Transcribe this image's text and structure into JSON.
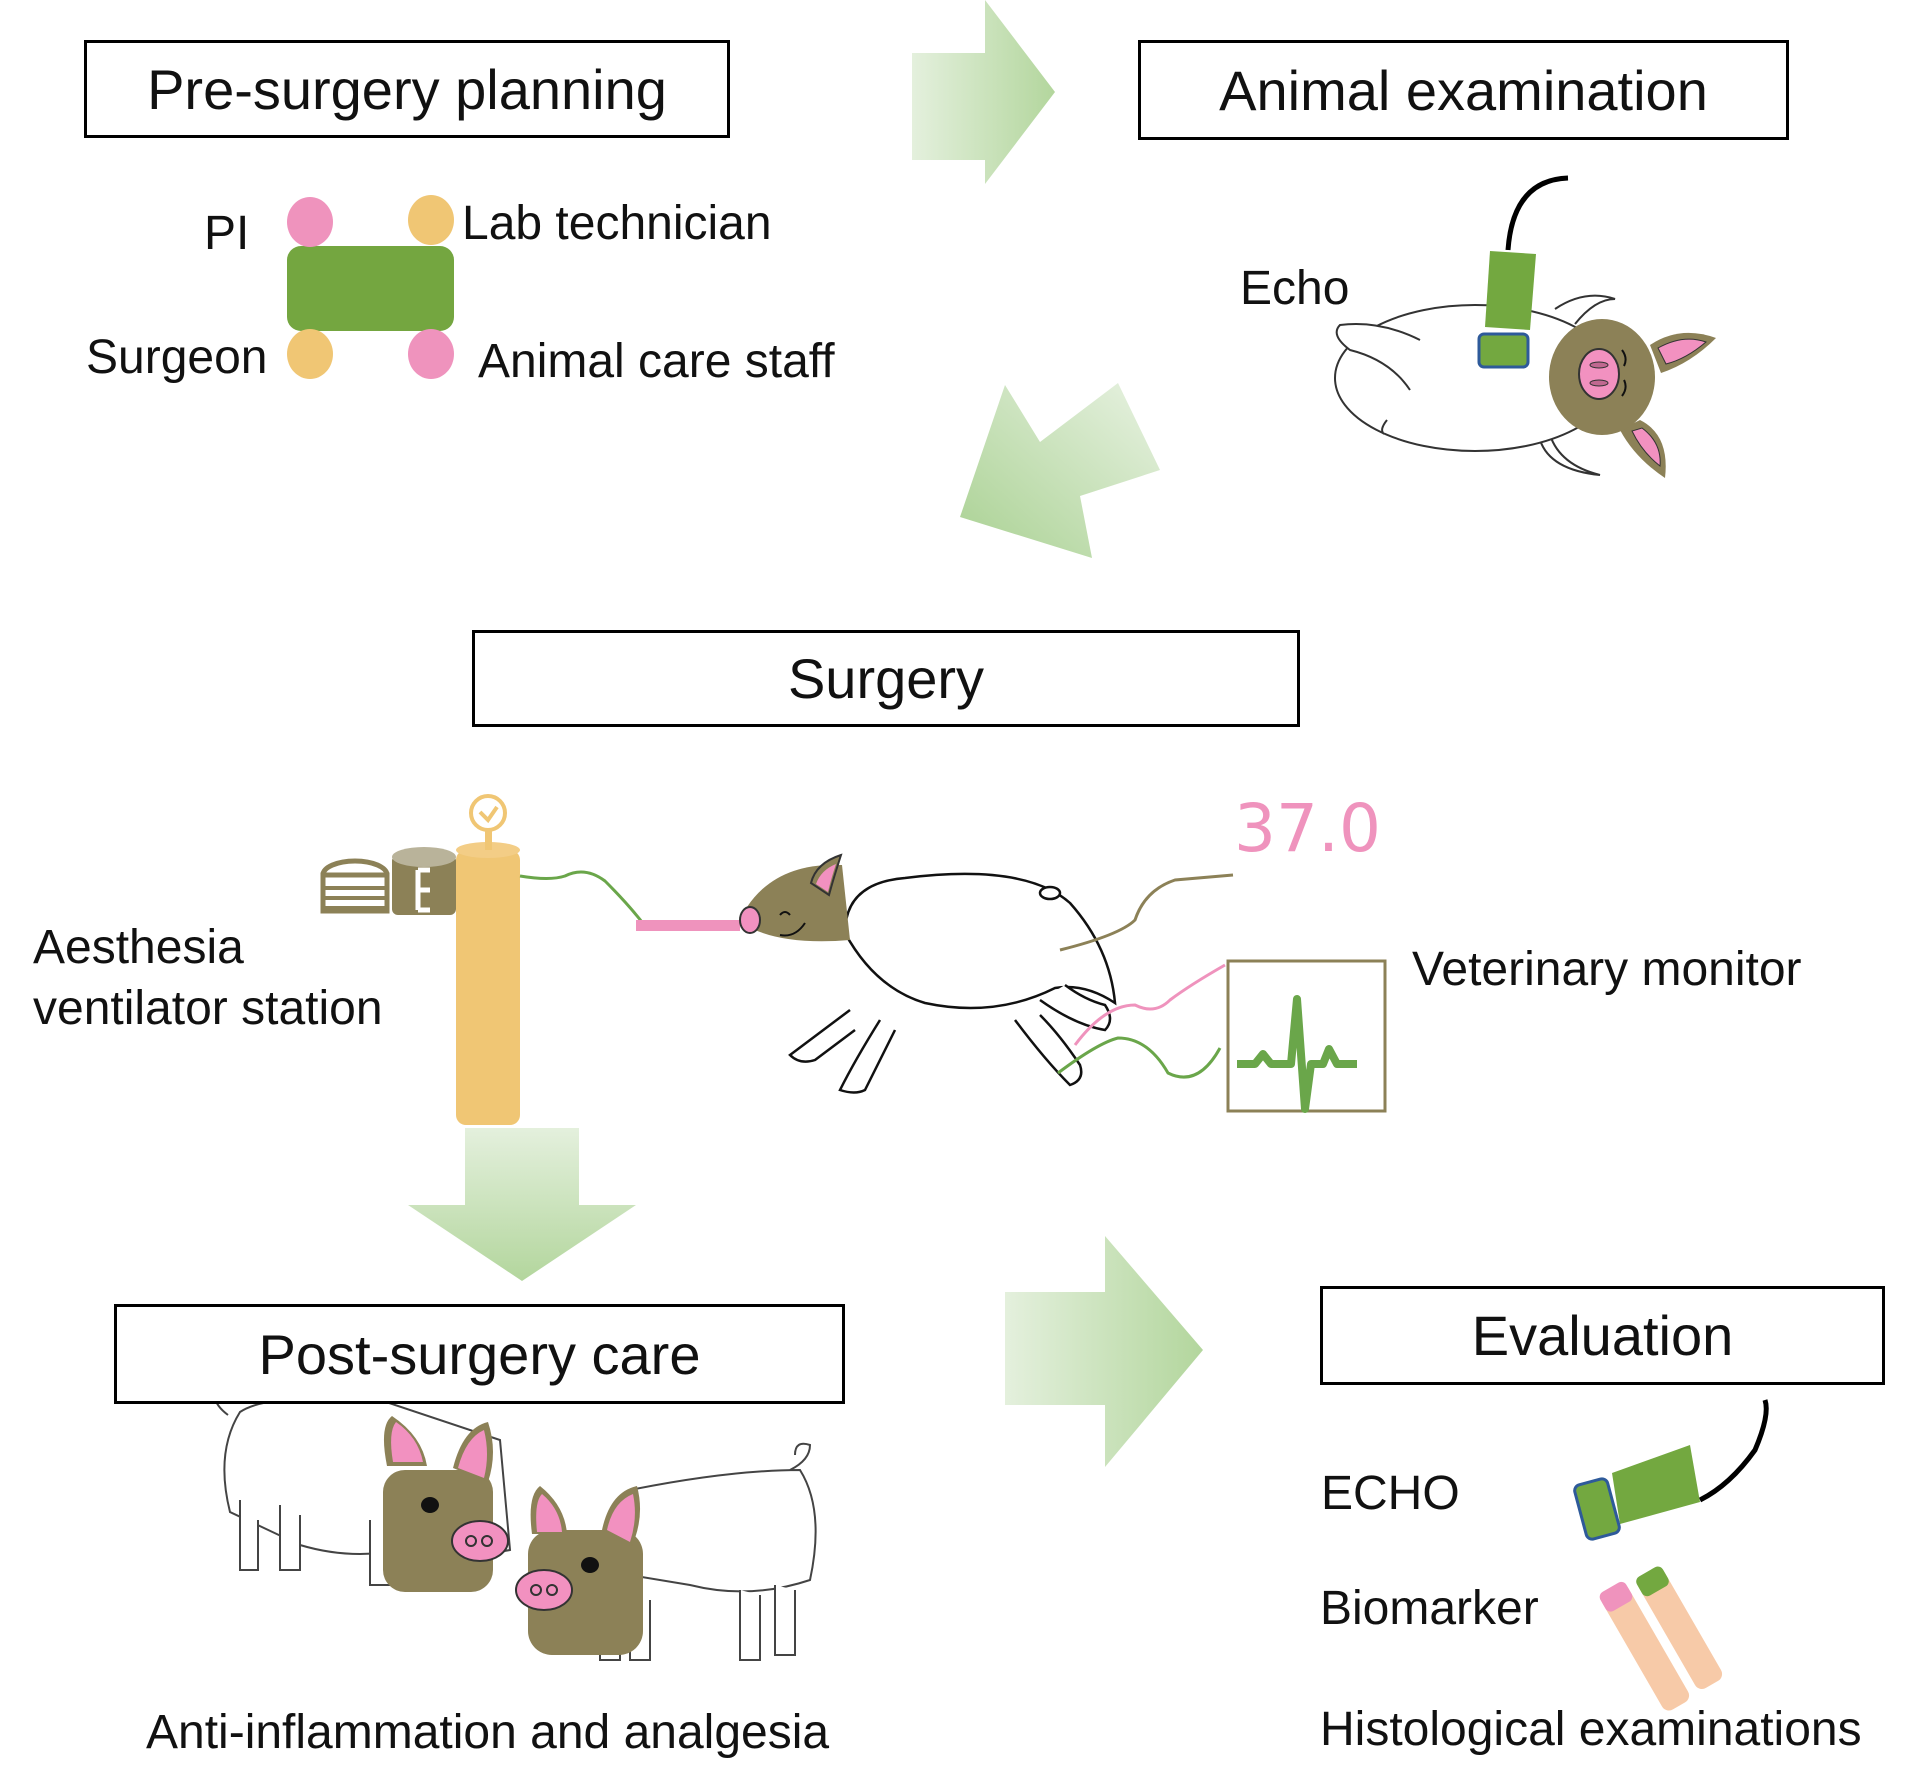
{
  "stages": {
    "pre_surgery": "Pre-surgery planning",
    "animal_exam": "Animal examination",
    "surgery": "Surgery",
    "post_surgery": "Post-surgery care",
    "evaluation": "Evaluation"
  },
  "planning_roles": {
    "pi": "PI",
    "lab_technician": "Lab technician",
    "surgeon": "Surgeon",
    "animal_care_staff": "Animal care staff"
  },
  "exam": {
    "echo": "Echo"
  },
  "surgery_labels": {
    "station_line1": "Aesthesia",
    "station_line2": "ventilator station",
    "temperature": "37.0",
    "monitor": "Veterinary monitor"
  },
  "post_care": {
    "caption": "Anti-inflammation and analgesia"
  },
  "evaluation_items": {
    "echo": "ECHO",
    "biomarker": "Biomarker",
    "histology": "Histological examinations"
  },
  "colors": {
    "table_green": "#74a640",
    "role_pink": "#ef93bd",
    "role_yellow": "#f0c674",
    "pig_brown": "#8c8157",
    "pig_pink": "#f291c0",
    "probe_green": "#73a840",
    "probe_border": "#2e5a9a",
    "arrow_green": "#b5d9a0",
    "tube_peach": "#f7caa8"
  }
}
